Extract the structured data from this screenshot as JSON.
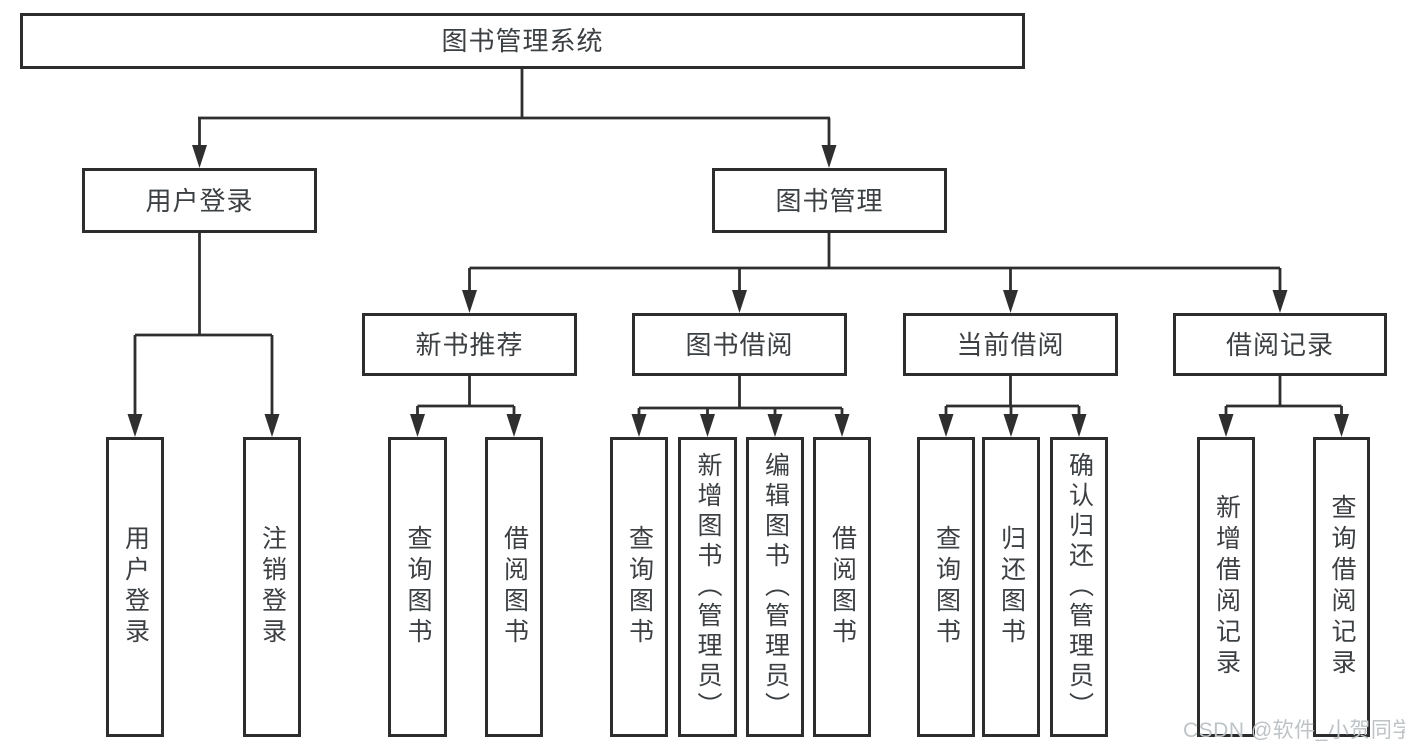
{
  "diagram": {
    "root": {
      "label": "图书管理系统"
    },
    "level2": [
      {
        "label": "用户登录"
      },
      {
        "label": "图书管理"
      }
    ],
    "level3": [
      {
        "label": "新书推荐"
      },
      {
        "label": "图书借阅"
      },
      {
        "label": "当前借阅"
      },
      {
        "label": "借阅记录"
      }
    ],
    "leaves": [
      {
        "label": "用户登录"
      },
      {
        "label": "注销登录"
      },
      {
        "label": "查询图书"
      },
      {
        "label": "借阅图书"
      },
      {
        "label": "查询图书"
      },
      {
        "label": "新增图书（管理员）"
      },
      {
        "label": "编辑图书（管理员）"
      },
      {
        "label": "借阅图书"
      },
      {
        "label": "查询图书"
      },
      {
        "label": "归还图书"
      },
      {
        "label": "确认归还（管理员）"
      },
      {
        "label": "新增借阅记录"
      },
      {
        "label": "查询借阅记录"
      }
    ]
  },
  "watermark": {
    "text": "CSDN @软件_小贺同学"
  },
  "colors": {
    "line": "#2f2f2f",
    "box_border": "#2d2d2d",
    "text": "#3c4043",
    "watermark": "#bdc3c6",
    "background": "#ffffff"
  }
}
